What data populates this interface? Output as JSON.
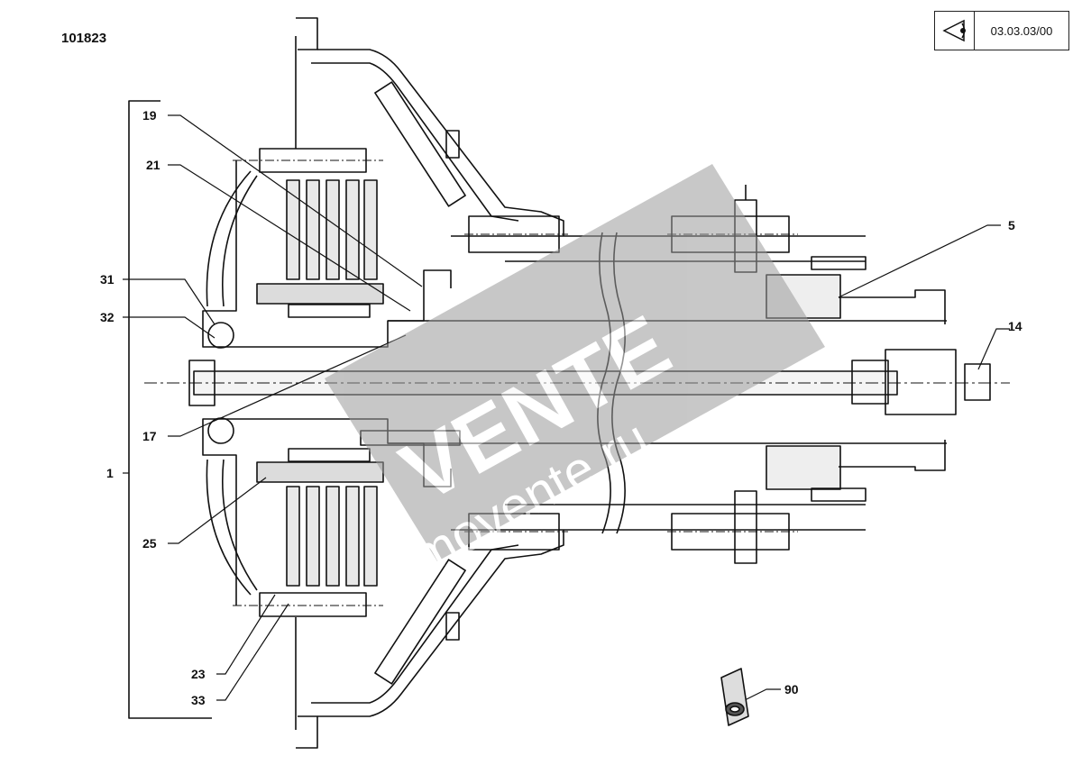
{
  "document": {
    "id": "101823",
    "reference": "03.03.03/00"
  },
  "icons": {
    "view": "eye-view-icon",
    "package": "kit-pouch-icon"
  },
  "watermark": {
    "brand": "VENTE",
    "site": "movente.ru"
  },
  "callouts": [
    {
      "label": "19"
    },
    {
      "label": "21"
    },
    {
      "label": "31"
    },
    {
      "label": "32"
    },
    {
      "label": "17"
    },
    {
      "label": "1"
    },
    {
      "label": "25"
    },
    {
      "label": "23"
    },
    {
      "label": "33"
    },
    {
      "label": "5"
    },
    {
      "label": "14"
    },
    {
      "label": "90"
    }
  ],
  "colors": {
    "line": "#111111",
    "watermark": "#bdbdbd"
  }
}
